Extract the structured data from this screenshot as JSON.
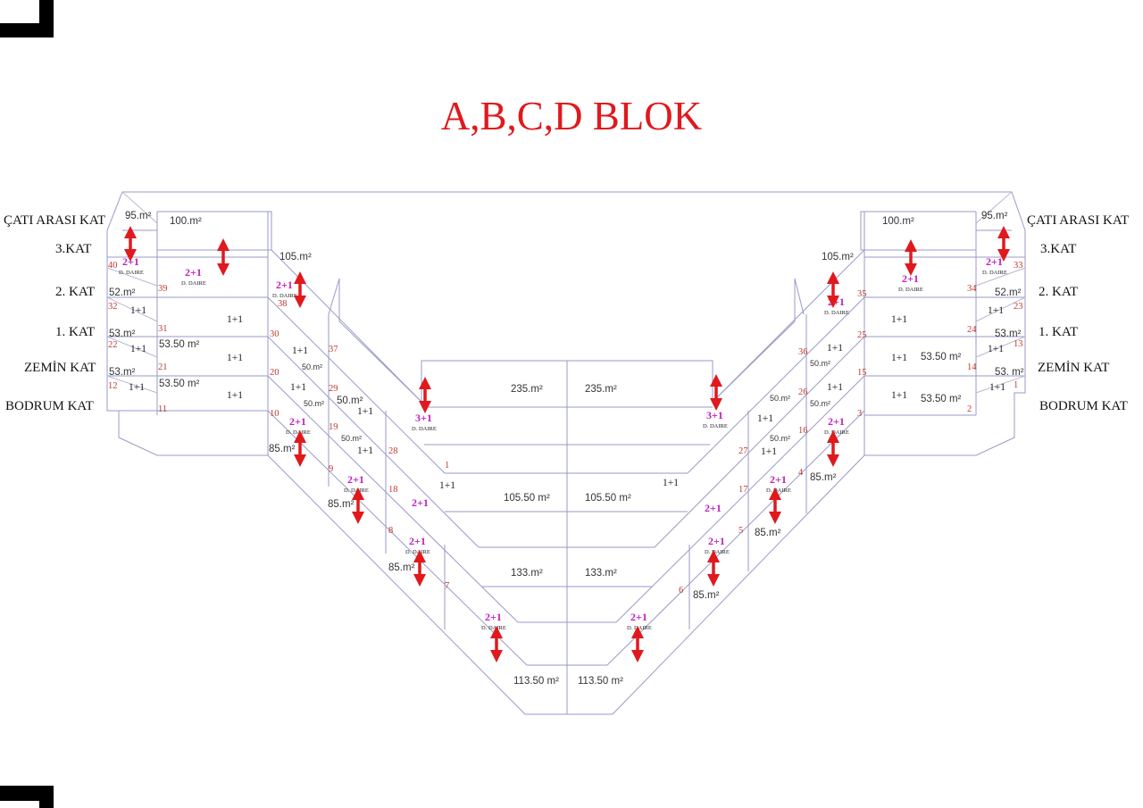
{
  "title": "A,B,C,D BLOK",
  "floors": {
    "left": [
      "ÇATI ARASI KAT",
      "3.KAT",
      "2. KAT",
      "1. KAT",
      "ZEMİN KAT",
      "BODRUM KAT"
    ],
    "right": [
      "ÇATI ARASI KAT",
      "3.KAT",
      "2. KAT",
      "1. KAT",
      "ZEMİN KAT",
      "BODRUM KAT"
    ]
  },
  "areas": {
    "a95": "95.m²",
    "a100": "100.m²",
    "a105": "105.m²",
    "a52": "52.m²",
    "a53": "53.m²",
    "a53b": "53. m²",
    "a5350": "53.50 m²",
    "a50": "50.m²",
    "a85": "85.m²",
    "a235": "235.m²",
    "a10550": "105.50 m²",
    "a133": "133.m²",
    "a11350": "113.50 m²"
  },
  "types": {
    "t11": "1+1",
    "t21": "2+1",
    "t31": "3+1",
    "duplex": "D. DAIRE"
  },
  "numbers": [
    "1",
    "2",
    "3",
    "4",
    "5",
    "6",
    "7",
    "8",
    "9",
    "10",
    "11",
    "12",
    "13",
    "14",
    "15",
    "16",
    "17",
    "18",
    "19",
    "20",
    "21",
    "22",
    "23",
    "24",
    "25",
    "26",
    "27",
    "28",
    "29",
    "30",
    "31",
    "32",
    "33",
    "34",
    "35",
    "36",
    "37",
    "38",
    "39",
    "40"
  ],
  "colors": {
    "title": "#e0191d",
    "arrows": "#e0191d",
    "numbers": "#c0392b",
    "unit_type": "#c020c0",
    "lines": "#9a9ac8"
  }
}
